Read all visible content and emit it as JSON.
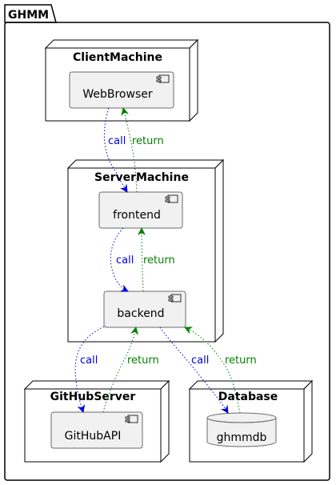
{
  "package": {
    "title": "GHMM"
  },
  "nodes": {
    "client": {
      "title": "ClientMachine"
    },
    "server": {
      "title": "ServerMachine"
    },
    "github": {
      "title": "GitHubServer"
    },
    "database": {
      "title": "Database"
    }
  },
  "components": {
    "webbrowser": {
      "label": "WebBrowser"
    },
    "frontend": {
      "label": "frontend"
    },
    "backend": {
      "label": "backend"
    },
    "githubapi": {
      "label": "GitHubAPI"
    },
    "ghmmdb": {
      "label": "ghmmdb"
    }
  },
  "edges": {
    "webbrowser_frontend": {
      "call": "call",
      "return": "return"
    },
    "frontend_backend": {
      "call": "call",
      "return": "return"
    },
    "backend_githubapi": {
      "call": "call",
      "return": "return"
    },
    "backend_ghmmdb": {
      "call": "call",
      "return": "return"
    }
  },
  "colors": {
    "call": "#0000dd",
    "return": "#008000",
    "component_fill": "#f1f1f1"
  }
}
